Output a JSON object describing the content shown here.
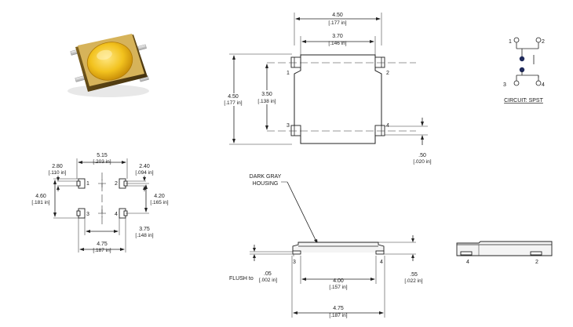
{
  "top_view": {
    "dims": [
      {
        "mm": "4.50",
        "in": "[.177 in]"
      },
      {
        "mm": "3.70",
        "in": "[.146 in]"
      },
      {
        "mm": "4.50",
        "in": "[.177 in]"
      },
      {
        "mm": "3.50",
        "in": "[.138 in]"
      },
      {
        "mm": ".50",
        "in": "[.020 in]"
      }
    ],
    "pins": [
      "1",
      "2",
      "3",
      "4"
    ]
  },
  "circuit": {
    "pins": [
      "1",
      "2",
      "3",
      "4"
    ],
    "caption": "CIRCUIT: SPST"
  },
  "footprint": {
    "dims": [
      {
        "mm": "5.15",
        "in": "[.203 in]"
      },
      {
        "mm": "2.80",
        "in": "[.110 in]"
      },
      {
        "mm": "2.40",
        "in": "[.094 in]"
      },
      {
        "mm": "4.60",
        "in": "[.181 in]"
      },
      {
        "mm": "4.20",
        "in": "[.165 in]"
      },
      {
        "mm": "3.75",
        "in": "[.148 in]"
      },
      {
        "mm": "4.75",
        "in": "[.187 in]"
      }
    ],
    "pins": [
      "1",
      "2",
      "3",
      "4"
    ]
  },
  "side_view": {
    "housing_label": [
      "DARK GRAY",
      "HOUSING"
    ],
    "flush_label": "FLUSH to",
    "dims": [
      {
        "mm": ".05",
        "in": "[.002 in]"
      },
      {
        "mm": "4.00",
        "in": "[.157 in]"
      },
      {
        "mm": ".55",
        "in": "[.022 in]"
      },
      {
        "mm": "4.75",
        "in": "[.187 in]"
      }
    ],
    "pins": [
      "3",
      "4"
    ]
  },
  "end_view": {
    "pins": [
      "4",
      "2"
    ]
  }
}
